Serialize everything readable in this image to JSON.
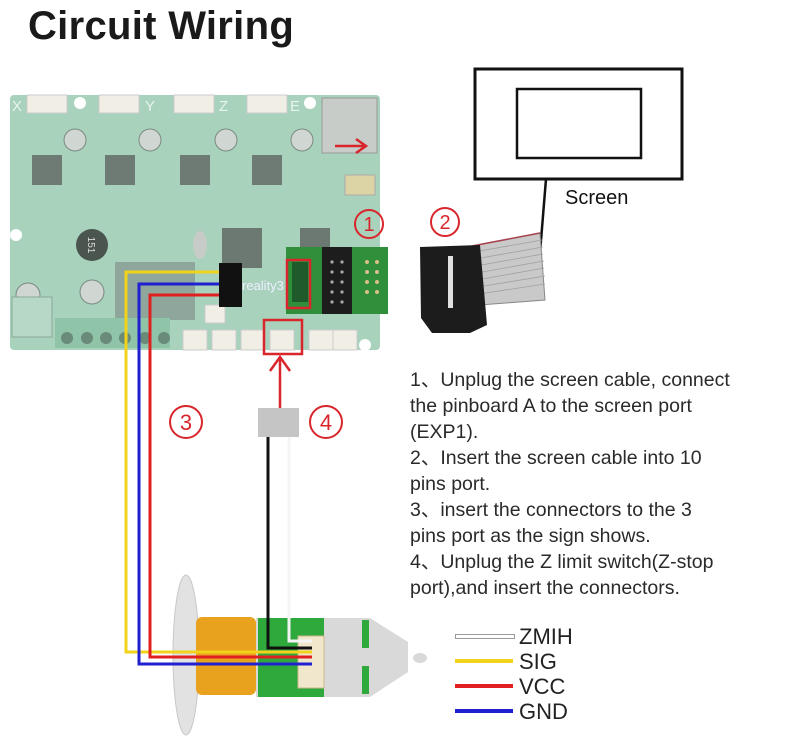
{
  "title": "Circuit Wiring",
  "screen_label": "Screen",
  "markers": [
    "1",
    "2",
    "3",
    "4"
  ],
  "board": {
    "axis_labels": [
      "X",
      "Y",
      "Z",
      "E"
    ],
    "brand_text": "reality3",
    "inductor_text": "151"
  },
  "instructions": [
    "1、Unplug the screen cable, connect",
    "the pinboard A to the screen port",
    "(EXP1).",
    "2、Insert the screen cable into 10",
    "pins port.",
    "3、insert the connectors to the 3",
    "pins port as the sign shows.",
    "4、Unplug the Z limit switch(Z-stop",
    "port),and insert the connectors."
  ],
  "legend": [
    {
      "label": "ZMIH",
      "color": "#ffffff"
    },
    {
      "label": "SIG",
      "color": "#f2d31b"
    },
    {
      "label": "VCC",
      "color": "#e02020"
    },
    {
      "label": "GND",
      "color": "#2020d0"
    }
  ],
  "colors": {
    "marker_red": "#d8262c",
    "board_green": "#8dc3a8",
    "wire_black": "#111111"
  }
}
